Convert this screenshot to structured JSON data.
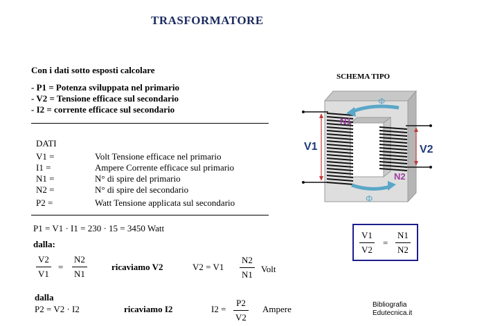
{
  "title": "TRASFORMATORE",
  "intro": {
    "heading": "Con i dati sotto esposti calcolare",
    "items": [
      "- P1 = Potenza sviluppata nel primario",
      "- V2 = Tensione efficace sul secondario",
      "- I2 = corrente efficace sul secondario"
    ]
  },
  "dati": {
    "heading": "DATI",
    "rows": [
      {
        "sym": "V1 =",
        "desc": "Volt  Tensione efficace nel primario"
      },
      {
        "sym": "I1 =",
        "desc": "Ampere  Corrente efficace sul primario"
      },
      {
        "sym": "N1 =",
        "desc": "N° di spire del primario"
      },
      {
        "sym": "N2 =",
        "desc": "N° di spire del secondario"
      },
      {
        "sym": "P2 =",
        "desc": "Watt   Tensione applicata sul secondario"
      }
    ]
  },
  "calc": {
    "p1_line": "P1 = V1 · I1 = 230 · 15 = 3450 Watt",
    "dalla1": "dalla:",
    "eq1": {
      "lnum": "V2",
      "lden": "V1",
      "eq": "=",
      "rnum": "N2",
      "rden": "N1"
    },
    "ricaviamo_v2": "ricaviamo V2",
    "v2_formula": {
      "lhs": "V2  =  V1",
      "num": "N2",
      "den": "N1",
      "unit": "Volt"
    },
    "dalla2": "dalla",
    "p2_line": "P2 = V2 · I2",
    "ricaviamo_i2": "ricaviamo I2",
    "i2_formula": {
      "lhs": "I2 =",
      "num": "P2",
      "den": "V2",
      "unit": "Ampere"
    }
  },
  "schema": {
    "label": "SCHEMA TIPO",
    "v1": "V1",
    "v2": "V2",
    "n1": "N1",
    "n2": "N2",
    "phi": "Φ",
    "colors": {
      "core": "#d9d9d9",
      "n_label": "#9b3fa0",
      "arrow": "#5aa7c8",
      "v_label": "#1f3a78"
    }
  },
  "ratio_box": {
    "lnum": "V1",
    "lden": "V2",
    "eq": "=",
    "rnum": "N1",
    "rden": "N2"
  },
  "credit": {
    "line1": "Bibliografia",
    "line2": "Edutecnica.it"
  }
}
